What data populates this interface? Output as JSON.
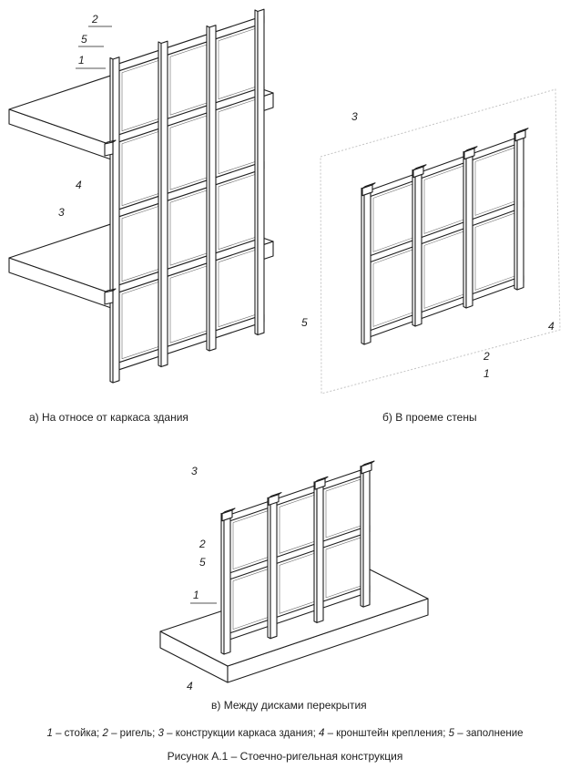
{
  "colors": {
    "ink": "#1e1e1e",
    "wall_outline": "#c4c4c4"
  },
  "views": {
    "a": {
      "caption": "а) На относе от каркаса здания",
      "labels": {
        "post": "1",
        "transom": "2",
        "building_frame": "3",
        "bracket": "4",
        "infill": "5"
      }
    },
    "b": {
      "caption": "б) В проеме стены",
      "labels": {
        "post": "1",
        "transom": "2",
        "building_frame": "3",
        "bracket": "4",
        "infill": "5"
      }
    },
    "v": {
      "caption": "в) Между дисками перекрытия",
      "labels": {
        "post": "1",
        "transom": "2",
        "building_frame": "3",
        "bracket": "4",
        "infill": "5"
      }
    }
  },
  "figure": {
    "legend": [
      {
        "num": "1",
        "text": "– стойка;"
      },
      {
        "num": "2",
        "text": "– ригель;"
      },
      {
        "num": "3",
        "text": "– конструкции каркаса здания;"
      },
      {
        "num": "4",
        "text": "– кронштейн крепления;"
      },
      {
        "num": "5",
        "text": "– заполнение"
      }
    ],
    "title": "Рисунок А.1 – Стоечно-ригельная конструкция"
  }
}
